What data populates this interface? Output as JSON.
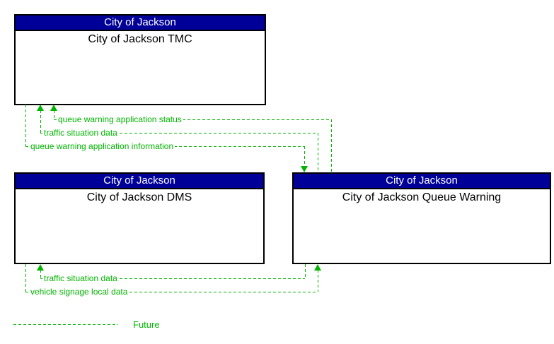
{
  "boxes": [
    {
      "org": "City of Jackson",
      "name": "City of Jackson TMC"
    },
    {
      "org": "City of Jackson",
      "name": "City of Jackson DMS"
    },
    {
      "org": "City of Jackson",
      "name": "City of Jackson Queue Warning"
    }
  ],
  "flows": [
    {
      "label": "queue warning application status",
      "from": "City of Jackson Queue Warning",
      "to": "City of Jackson TMC",
      "status": "future"
    },
    {
      "label": "traffic situation data",
      "from": "City of Jackson Queue Warning",
      "to": "City of Jackson TMC",
      "status": "future"
    },
    {
      "label": "queue warning application information",
      "from": "City of Jackson TMC",
      "to": "City of Jackson Queue Warning",
      "status": "future"
    },
    {
      "label": "traffic situation data",
      "from": "City of Jackson Queue Warning",
      "to": "City of Jackson DMS",
      "status": "future"
    },
    {
      "label": "vehicle signage local data",
      "from": "City of Jackson DMS",
      "to": "City of Jackson Queue Warning",
      "status": "future"
    }
  ],
  "legend": {
    "label": "Future",
    "line_style": "dashed"
  },
  "colors": {
    "header_bg": "#000099",
    "header_text": "#FFFFFF",
    "flow_green": "#00B400",
    "box_border": "#000000"
  }
}
